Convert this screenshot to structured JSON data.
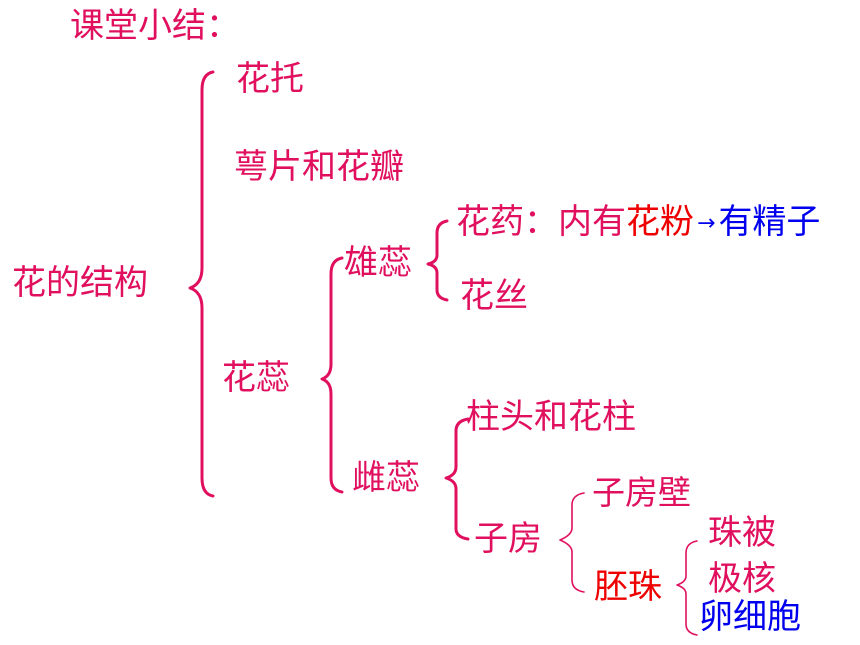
{
  "title": "课堂小结：",
  "root": "花的结构",
  "level1": {
    "receptacle": "花托",
    "sepals_petals": "萼片和花瓣",
    "pistil_stamen": "花蕊"
  },
  "stamen": {
    "label": "雄蕊",
    "anther_prefix": "花药：内有",
    "pollen": "花粉",
    "arrow": "→",
    "sperm": "有精子",
    "filament": "花丝"
  },
  "pistil": {
    "label": "雌蕊",
    "stigma_style": "柱头和花柱",
    "ovary": "子房",
    "ovary_wall": "子房壁",
    "ovule": "胚珠",
    "integument": "珠被",
    "polar_nuclei": "极核",
    "egg_cell": "卵细胞"
  },
  "colors": {
    "main": "#e0105f",
    "highlight": "#ee0000",
    "accent": "#0000ee"
  }
}
